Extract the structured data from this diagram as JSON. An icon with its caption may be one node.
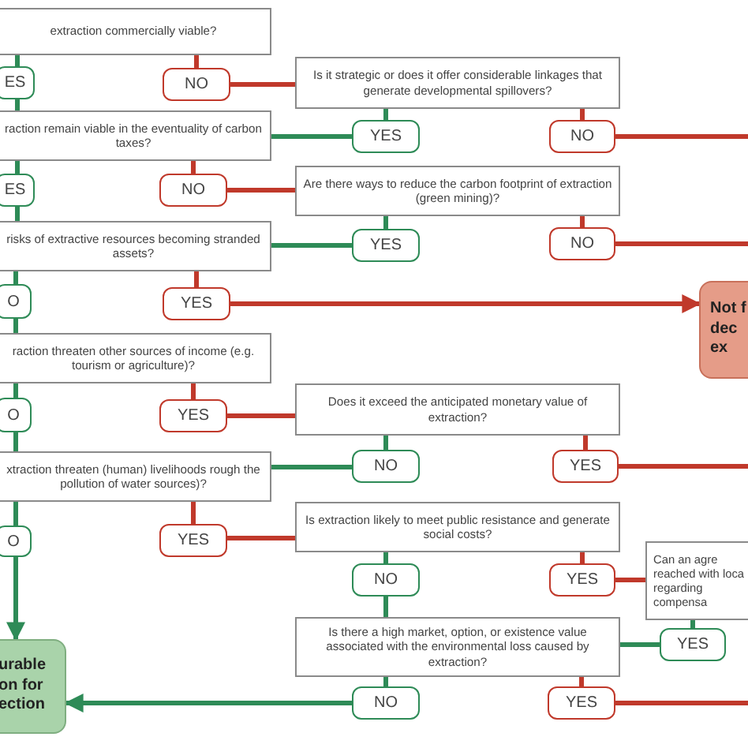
{
  "diagram": {
    "nodes": [
      {
        "text": [
          "extraction commercially viable?"
        ]
      },
      {
        "text": [
          "ES"
        ]
      },
      {
        "text": [
          "NO"
        ]
      },
      {
        "text": [
          "Is it strategic or does it offer considerable linkages that generate developmental spillovers?"
        ]
      },
      {
        "text": [
          "raction remain viable in the eventuality of carbon taxes?"
        ]
      },
      {
        "text": [
          "YES"
        ]
      },
      {
        "text": [
          "NO"
        ]
      },
      {
        "text": [
          "ES"
        ]
      },
      {
        "text": [
          "NO"
        ]
      },
      {
        "text": [
          "Are there ways to reduce the carbon footprint of extraction (green mining)?"
        ]
      },
      {
        "text": [
          "risks of extractive resources becoming stranded assets?"
        ]
      },
      {
        "text": [
          "YES"
        ]
      },
      {
        "text": [
          "NO"
        ]
      },
      {
        "text": [
          "O"
        ]
      },
      {
        "text": [
          "YES"
        ]
      },
      {
        "text": [
          "Not f dec ex"
        ]
      },
      {
        "text": [
          "raction threaten other sources of income (e.g. tourism or agriculture)?"
        ]
      },
      {
        "text": [
          "O"
        ]
      },
      {
        "text": [
          "YES"
        ]
      },
      {
        "text": [
          "Does it exceed the anticipated monetary value of extraction?"
        ]
      },
      {
        "text": [
          "xtraction threaten (human) livelihoods rough the pollution of water sources)?"
        ]
      },
      {
        "text": [
          "NO"
        ]
      },
      {
        "text": [
          "YES"
        ]
      },
      {
        "text": [
          "O"
        ]
      },
      {
        "text": [
          "YES"
        ]
      },
      {
        "text": [
          "Is extraction likely to meet public resistance and generate social costs?"
        ]
      },
      {
        "text": [
          "NO"
        ]
      },
      {
        "text": [
          "YES"
        ]
      },
      {
        "text": [
          "Can an agre reached with loca regarding compensa"
        ]
      },
      {
        "text": [
          "Is there a high market, option, or existence value associated with the environmental loss caused by extraction?"
        ]
      },
      {
        "text": [
          "YES"
        ]
      },
      {
        "text": [
          "NO"
        ]
      },
      {
        "text": [
          "YES"
        ]
      },
      {
        "text": [
          "urable on for ection"
        ]
      }
    ],
    "edges": [
      {
        "from": 0,
        "to": 1,
        "arrow": "none"
      },
      {
        "from": 0,
        "to": 2,
        "arrow": "none",
        "color": "#c0392b"
      },
      {
        "from": 2,
        "to": 3,
        "arrow": "none",
        "color": "#c0392b"
      },
      {
        "from": 3,
        "to": 5,
        "arrow": "none"
      },
      {
        "from": 3,
        "to": 6,
        "arrow": "none",
        "color": "#c0392b"
      },
      {
        "from": 6,
        "to": null,
        "arrow": "none",
        "color": "#c0392b"
      },
      {
        "from": 5,
        "to": 4,
        "arrow": "none"
      },
      {
        "from": 1,
        "to": 4,
        "arrow": "none"
      },
      {
        "from": 4,
        "to": 7,
        "arrow": "none"
      },
      {
        "from": 4,
        "to": 8,
        "arrow": "none",
        "color": "#c0392b"
      },
      {
        "from": 8,
        "to": 9,
        "arrow": "none",
        "color": "#c0392b"
      },
      {
        "from": 9,
        "to": 11,
        "arrow": "none"
      },
      {
        "from": 9,
        "to": 12,
        "arrow": "none",
        "color": "#c0392b"
      },
      {
        "from": 12,
        "to": null,
        "arrow": "none",
        "color": "#c0392b"
      },
      {
        "from": 11,
        "to": 10,
        "arrow": "none"
      },
      {
        "from": 7,
        "to": 10,
        "arrow": "none"
      },
      {
        "from": 10,
        "to": 13,
        "arrow": "none"
      },
      {
        "from": 10,
        "to": 14,
        "arrow": "none",
        "color": "#c0392b"
      },
      {
        "from": 14,
        "to": 15,
        "arrow": "to",
        "color": "#c0392b"
      },
      {
        "from": 13,
        "to": 16,
        "arrow": "none"
      },
      {
        "from": 16,
        "to": 17,
        "arrow": "none"
      },
      {
        "from": 16,
        "to": 18,
        "arrow": "none",
        "color": "#c0392b"
      },
      {
        "from": 18,
        "to": 19,
        "arrow": "none",
        "color": "#c0392b"
      },
      {
        "from": 19,
        "to": 21,
        "arrow": "none"
      },
      {
        "from": 19,
        "to": 22,
        "arrow": "none",
        "color": "#c0392b"
      },
      {
        "from": 22,
        "to": null,
        "arrow": "none",
        "color": "#c0392b"
      },
      {
        "from": 21,
        "to": 20,
        "arrow": "none"
      },
      {
        "from": 17,
        "to": 20,
        "arrow": "none"
      },
      {
        "from": 20,
        "to": 23,
        "arrow": "none"
      },
      {
        "from": 20,
        "to": 24,
        "arrow": "none",
        "color": "#c0392b"
      },
      {
        "from": 24,
        "to": 25,
        "arrow": "none",
        "color": "#c0392b"
      },
      {
        "from": 25,
        "to": 26,
        "arrow": "none"
      },
      {
        "from": 25,
        "to": 27,
        "arrow": "none",
        "color": "#c0392b"
      },
      {
        "from": 27,
        "to": 28,
        "arrow": "none",
        "color": "#c0392b"
      },
      {
        "from": 28,
        "to": 30,
        "arrow": "none"
      },
      {
        "from": 30,
        "to": 29,
        "arrow": "none"
      },
      {
        "from": 26,
        "to": 29,
        "arrow": "none"
      },
      {
        "from": 29,
        "to": 31,
        "arrow": "none"
      },
      {
        "from": 29,
        "to": 32,
        "arrow": "none",
        "color": "#c0392b"
      },
      {
        "from": 32,
        "to": null,
        "arrow": "none",
        "color": "#c0392b"
      },
      {
        "from": 31,
        "to": 33,
        "arrow": "to"
      },
      {
        "from": 23,
        "to": 33,
        "arrow": "to"
      }
    ]
  }
}
